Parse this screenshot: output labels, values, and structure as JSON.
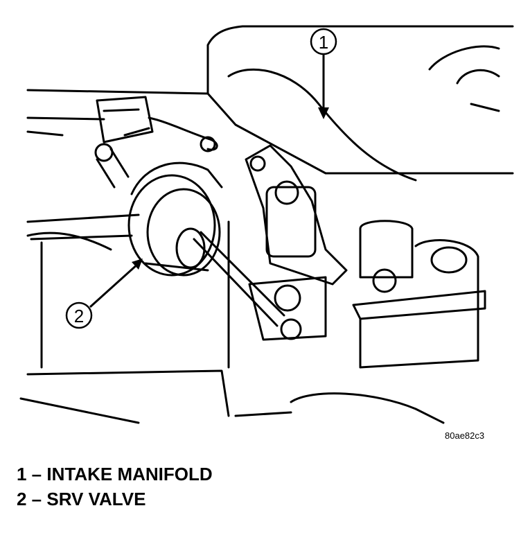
{
  "figure": {
    "code": "80ae82c3",
    "callouts": [
      {
        "number": "1"
      },
      {
        "number": "2"
      }
    ]
  },
  "legend": {
    "items": [
      {
        "text": "1 – INTAKE MANIFOLD"
      },
      {
        "text": "2 – SRV VALVE"
      }
    ]
  },
  "colors": {
    "line": "#000000",
    "background": "#ffffff"
  }
}
